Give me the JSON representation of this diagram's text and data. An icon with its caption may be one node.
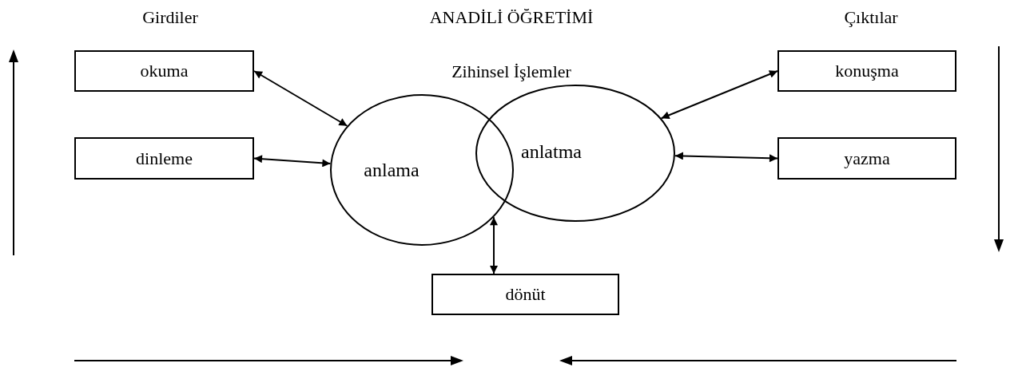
{
  "diagram": {
    "title": "ANADİLİ ÖĞRETİMİ",
    "nodes": [
      {
        "text": [
          "okuma"
        ]
      },
      {
        "text": [
          "dinleme"
        ]
      },
      {
        "text": [
          "anlama"
        ]
      },
      {
        "text": [
          "anlatma"
        ]
      },
      {
        "text": [
          "konuşma"
        ]
      },
      {
        "text": [
          "yazma"
        ]
      },
      {
        "text": [
          "dönüt"
        ]
      }
    ],
    "edges": [
      {
        "from": 0,
        "to": 2,
        "arrow": "both"
      },
      {
        "from": 1,
        "to": 2,
        "arrow": "both"
      },
      {
        "from": 4,
        "to": 3,
        "arrow": "both"
      },
      {
        "from": 5,
        "to": 3,
        "arrow": "both"
      },
      {
        "from": 2,
        "to": 6,
        "arrow": "both"
      }
    ],
    "labels": [
      "Girdiler",
      "Çıktılar",
      "Zihinsel İşlemler"
    ]
  }
}
